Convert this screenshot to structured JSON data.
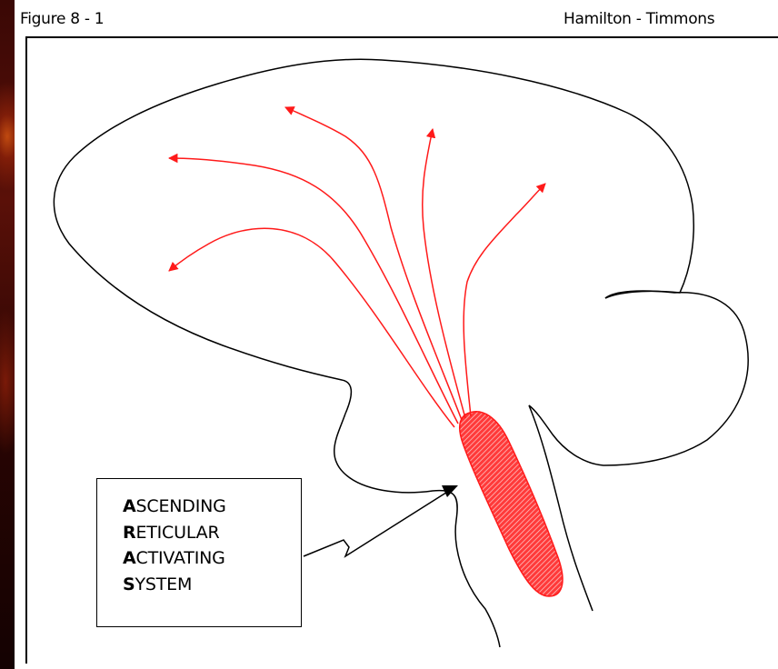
{
  "header": {
    "figure_label": "Figure 8 - 1",
    "credit": "Hamilton - Timmons"
  },
  "label_box": {
    "lines": [
      {
        "first": "A",
        "rest": "SCENDING"
      },
      {
        "first": "R",
        "rest": "ETICULAR"
      },
      {
        "first": "A",
        "rest": "CTIVATING"
      },
      {
        "first": "S",
        "rest": "YSTEM"
      }
    ]
  },
  "colors": {
    "arrow_red": "#ff1a1a",
    "outline": "#000000",
    "background": "#ffffff",
    "slide_bg": "#2a0503"
  }
}
